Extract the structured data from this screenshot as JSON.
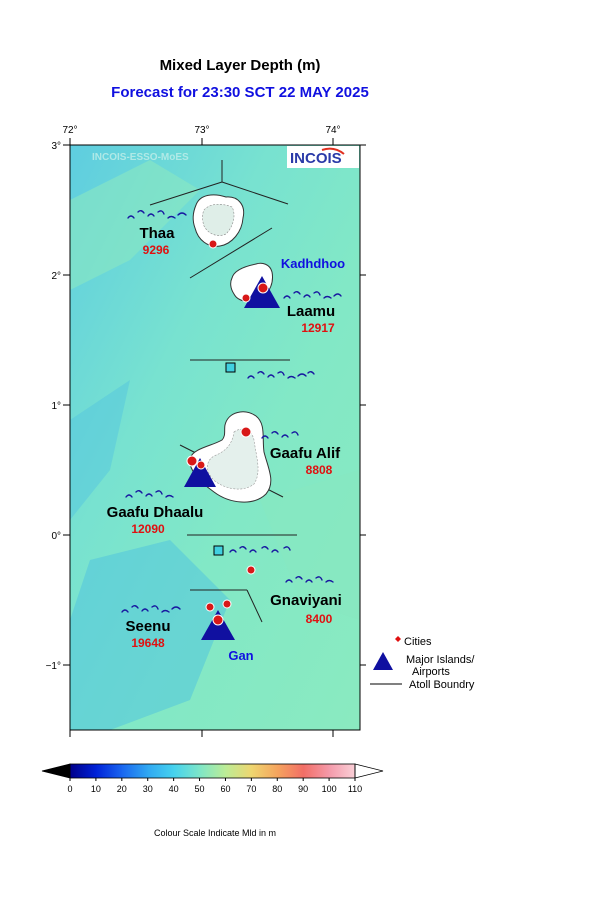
{
  "title": "Mixed Layer Depth (m)",
  "subtitle": "Forecast for  23:30 SCT 22 MAY 2025",
  "logo": {
    "text": "INCOIS",
    "watermark": "INCOIS-ESSO-MoES"
  },
  "axes": {
    "lon_ticks": [
      "72°",
      "73°",
      "74°"
    ],
    "lat_ticks": [
      "3°",
      "2°",
      "1°",
      "0°",
      "−1°"
    ]
  },
  "atolls": [
    {
      "name": "Thaa",
      "value": "9296"
    },
    {
      "name": "Laamu",
      "value": "12917"
    },
    {
      "name": "Gaafu Alif",
      "value": "8808"
    },
    {
      "name": "Gaafu Dhaalu",
      "value": "12090"
    },
    {
      "name": "Gnaviyani",
      "value": "8400"
    },
    {
      "name": "Seenu",
      "value": "19648"
    }
  ],
  "airports": [
    {
      "name": "Kadhdhoo"
    },
    {
      "name": "Gan"
    }
  ],
  "legend": {
    "cities": "Cities",
    "islands_line1": "Major Islands/",
    "islands_line2": "Airports",
    "boundary": "Atoll Boundry"
  },
  "colorbar": {
    "ticks": [
      "0",
      "10",
      "20",
      "30",
      "40",
      "50",
      "60",
      "70",
      "80",
      "90",
      "100",
      "110"
    ],
    "colors": [
      "#00008a",
      "#0022d8",
      "#1a66f0",
      "#30a8f2",
      "#46d2ee",
      "#7ee6c8",
      "#bcec96",
      "#eed670",
      "#f5a45e",
      "#f26e66",
      "#f49aaa",
      "#fad0d8"
    ],
    "caption": "Colour Scale Indicate Mld in m"
  },
  "colors": {
    "sea_light": "#7ee6c8",
    "sea_mid": "#6ed9d6",
    "sea_dark": "#56cbe0",
    "value_red": "#e01010",
    "airport_blue": "#1010a0",
    "title_blue": "#1010e0"
  }
}
